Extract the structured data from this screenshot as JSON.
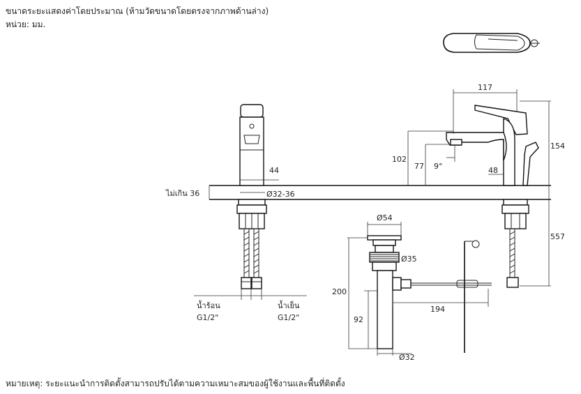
{
  "header": {
    "line1": "ขนาดระยะแสดงค่าโดยประมาณ (ห้ามวัดขนาดโดยตรงจากภาพด้านล่าง)",
    "line2": "หน่วย: มม."
  },
  "footer": {
    "note": "หมายเหตุ: ระยะแนะนำการติดตั้งสามารถปรับได้ตามความเหมาะสมของผู้ใช้งานและพื้นที่ติดตั้ง"
  },
  "dimensions": {
    "d117": "117",
    "d154": "154",
    "d102": "102",
    "d77": "77",
    "angle": "9°",
    "d48": "48",
    "d44": "44",
    "max36": "ไม่เกิน 36",
    "hole": "Ø32-36",
    "d557": "557",
    "d54": "Ø54",
    "d35": "Ø35",
    "d200": "200",
    "d92": "92",
    "d194": "194",
    "d32": "Ø32"
  },
  "labels": {
    "hot": "น้ำร้อน",
    "hot_thread": "G1/2\"",
    "cold": "น้ำเย็น",
    "cold_thread": "G1/2\""
  }
}
